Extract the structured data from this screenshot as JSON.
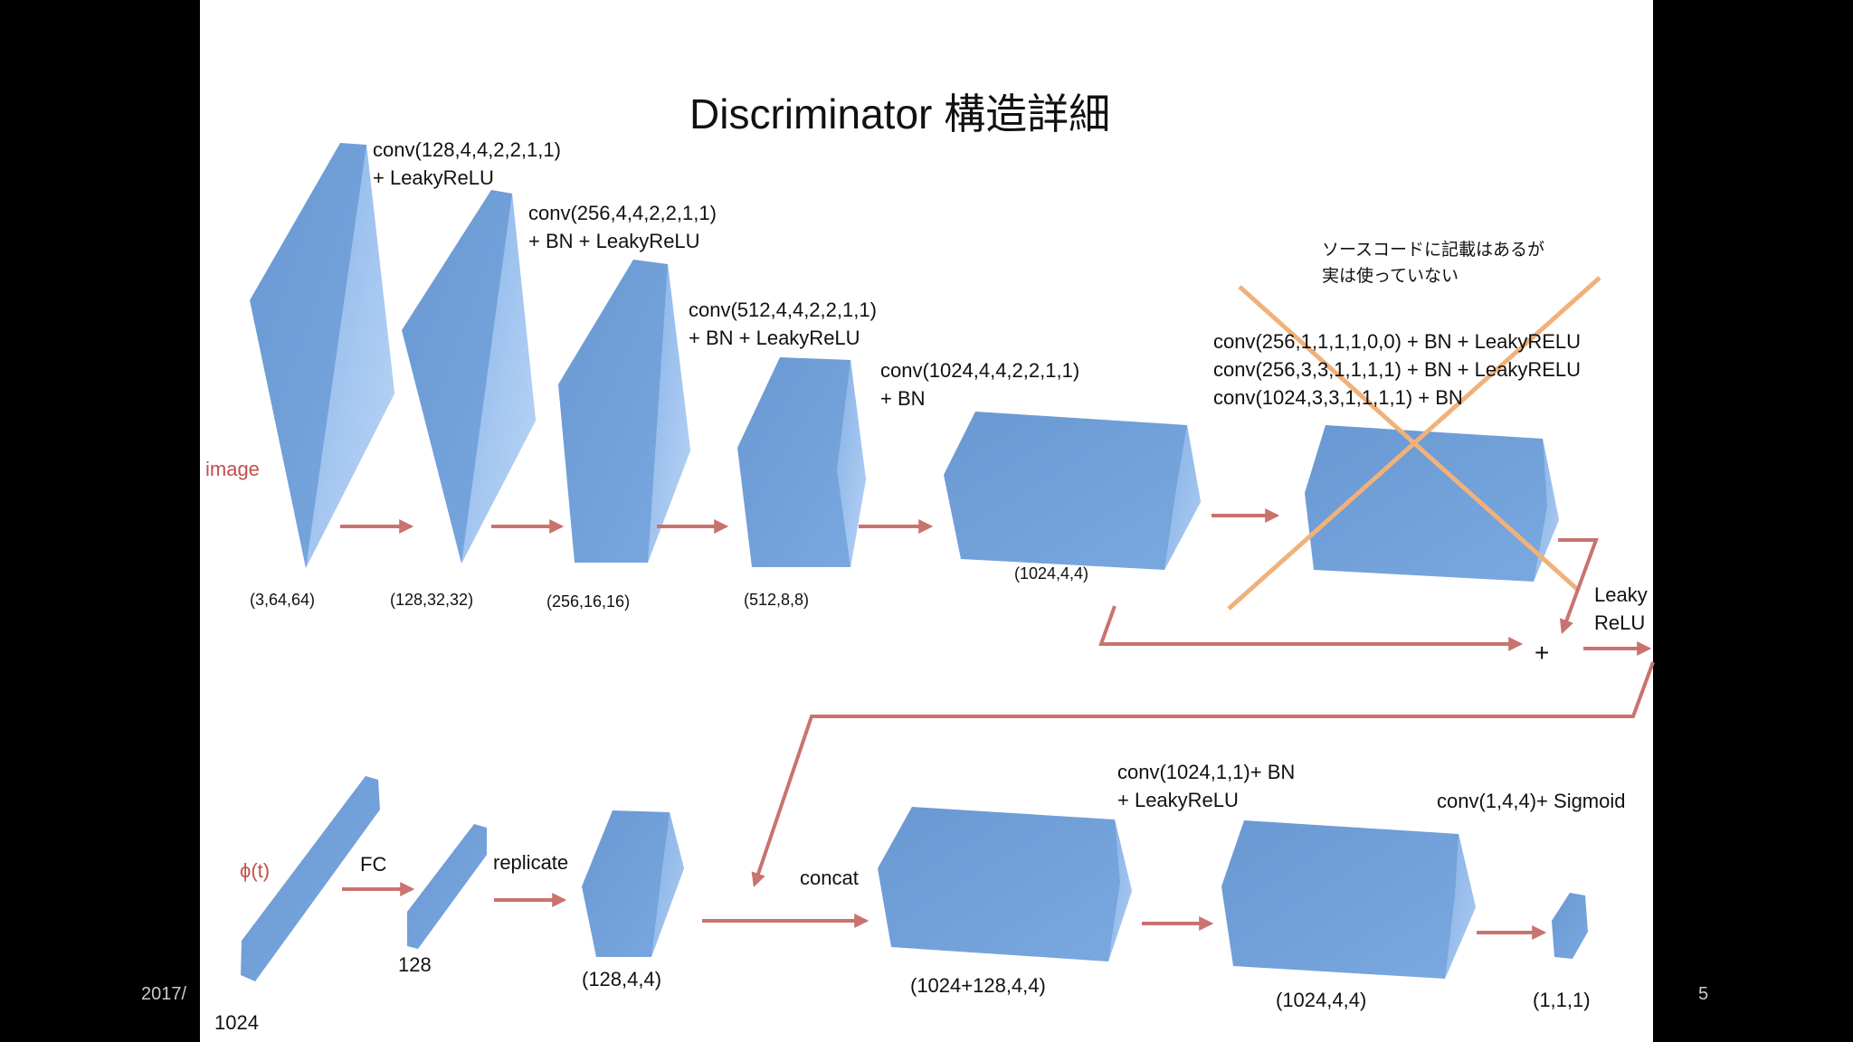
{
  "title": "Discriminator 構造詳細",
  "date": "2017/",
  "page_number": "5",
  "colors": {
    "block_face": "#6f9fd8",
    "arrow": "#c9736f",
    "cross": "#f0b27a",
    "input_label": "#c0504d"
  },
  "top_row": {
    "input_label": "image",
    "layers": [
      {
        "op": "conv(128,4,4,2,2,1,1)\n+ LeakyReLU",
        "shape": "(3,64,64)"
      },
      {
        "op": "conv(256,4,4,2,2,1,1)\n+ BN + LeakyReLU",
        "shape": "(128,32,32)"
      },
      {
        "op": "conv(512,4,4,2,2,1,1)\n+ BN + LeakyReLU",
        "shape": "(256,16,16)"
      },
      {
        "op": "conv(1024,4,4,2,2,1,1)\n+ BN",
        "shape": "(512,8,8)"
      },
      {
        "op": "",
        "shape": "(1024,4,4)"
      }
    ],
    "unused_note": "ソースコードに記載はあるが\n実は使っていない",
    "unused_block": "conv(256,1,1,1,1,0,0) + BN + LeakyRELU\nconv(256,3,3,1,1,1,1) + BN + LeakyRELU\nconv(1024,3,3,1,1,1,1) + BN",
    "activation": "Leaky\nReLU",
    "plus": "+"
  },
  "bottom_row": {
    "input_label": "ϕ(t)",
    "embed_size": "1024",
    "fc_label": "FC",
    "fc_size": "128",
    "replicate_label": "replicate",
    "replicate_shape": "(128,4,4)",
    "concat_label": "concat",
    "concat_shape": "(1024+128,4,4)",
    "conv1_op": "conv(1024,1,1)+ BN\n+ LeakyReLU",
    "conv1_shape": "(1024,4,4)",
    "final_op": "conv(1,4,4)+ Sigmoid",
    "final_shape": "(1,1,1)"
  }
}
